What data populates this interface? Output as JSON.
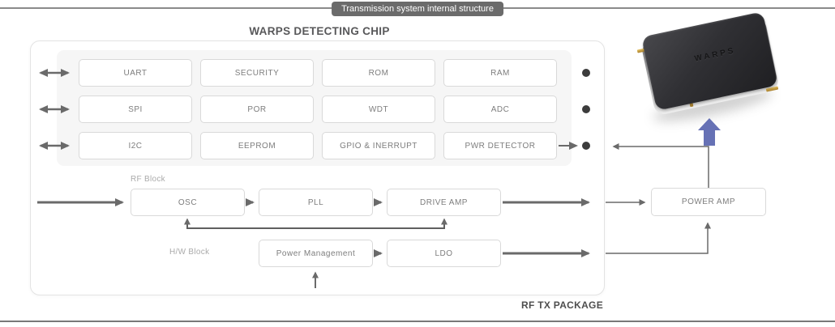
{
  "header": {
    "tag_label": "Transmission system internal structure",
    "chip_title": "WARPS DETECTING CHIP"
  },
  "chip": {
    "blocks": [
      {
        "label": "UART"
      },
      {
        "label": "SECURITY"
      },
      {
        "label": "ROM"
      },
      {
        "label": "RAM"
      },
      {
        "label": "SPI"
      },
      {
        "label": "POR"
      },
      {
        "label": "WDT"
      },
      {
        "label": "ADC"
      },
      {
        "label": "I2C"
      },
      {
        "label": "EEPROM"
      },
      {
        "label": "GPIO & INERRUPT"
      },
      {
        "label": "PWR DETECTOR"
      }
    ]
  },
  "rf": {
    "section_label": "RF Block",
    "boxes": [
      {
        "label": "OSC"
      },
      {
        "label": "PLL"
      },
      {
        "label": "DRIVE AMP"
      }
    ]
  },
  "hw": {
    "section_label": "H/W Block",
    "boxes": [
      {
        "label": "Power Management"
      },
      {
        "label": "LDO"
      }
    ]
  },
  "power_amp": {
    "label": "POWER AMP"
  },
  "package": {
    "label": "RF TX PACKAGE"
  },
  "device": {
    "label": "WARPS"
  },
  "icons": {
    "left_bus_arrows": "double-headed-arrow",
    "pin_dot": "filled-circle",
    "rf_output_arrow": "block-arrow-up"
  },
  "colors": {
    "accent_blue": "#6671b5",
    "line_gray": "#6a6a6a",
    "tag_bg": "#6b6b6b",
    "box_border": "#d9d9d9",
    "chip_bg": "#f6f6f6",
    "text_muted": "#7d7d7d",
    "dot": "#3c3c3c"
  }
}
